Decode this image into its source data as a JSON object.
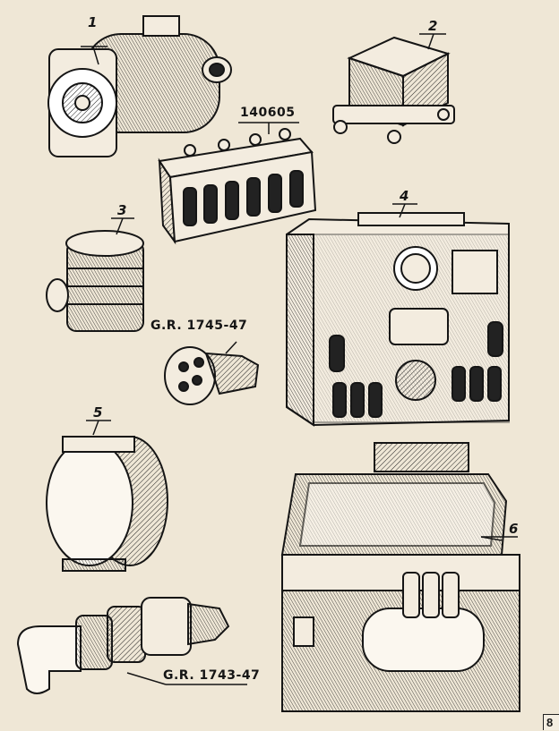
{
  "labels": {
    "part1": "1",
    "part2": "2",
    "part3": "3",
    "part4": "4",
    "part5": "5",
    "part6": "6",
    "code_140605": "140605",
    "code_gr1745": "G.R. 1745-47",
    "code_gr1743": "G.R. 1743-47"
  },
  "page_number": "8",
  "colors": {
    "paper": "#efe7d6",
    "ink": "#151515"
  }
}
